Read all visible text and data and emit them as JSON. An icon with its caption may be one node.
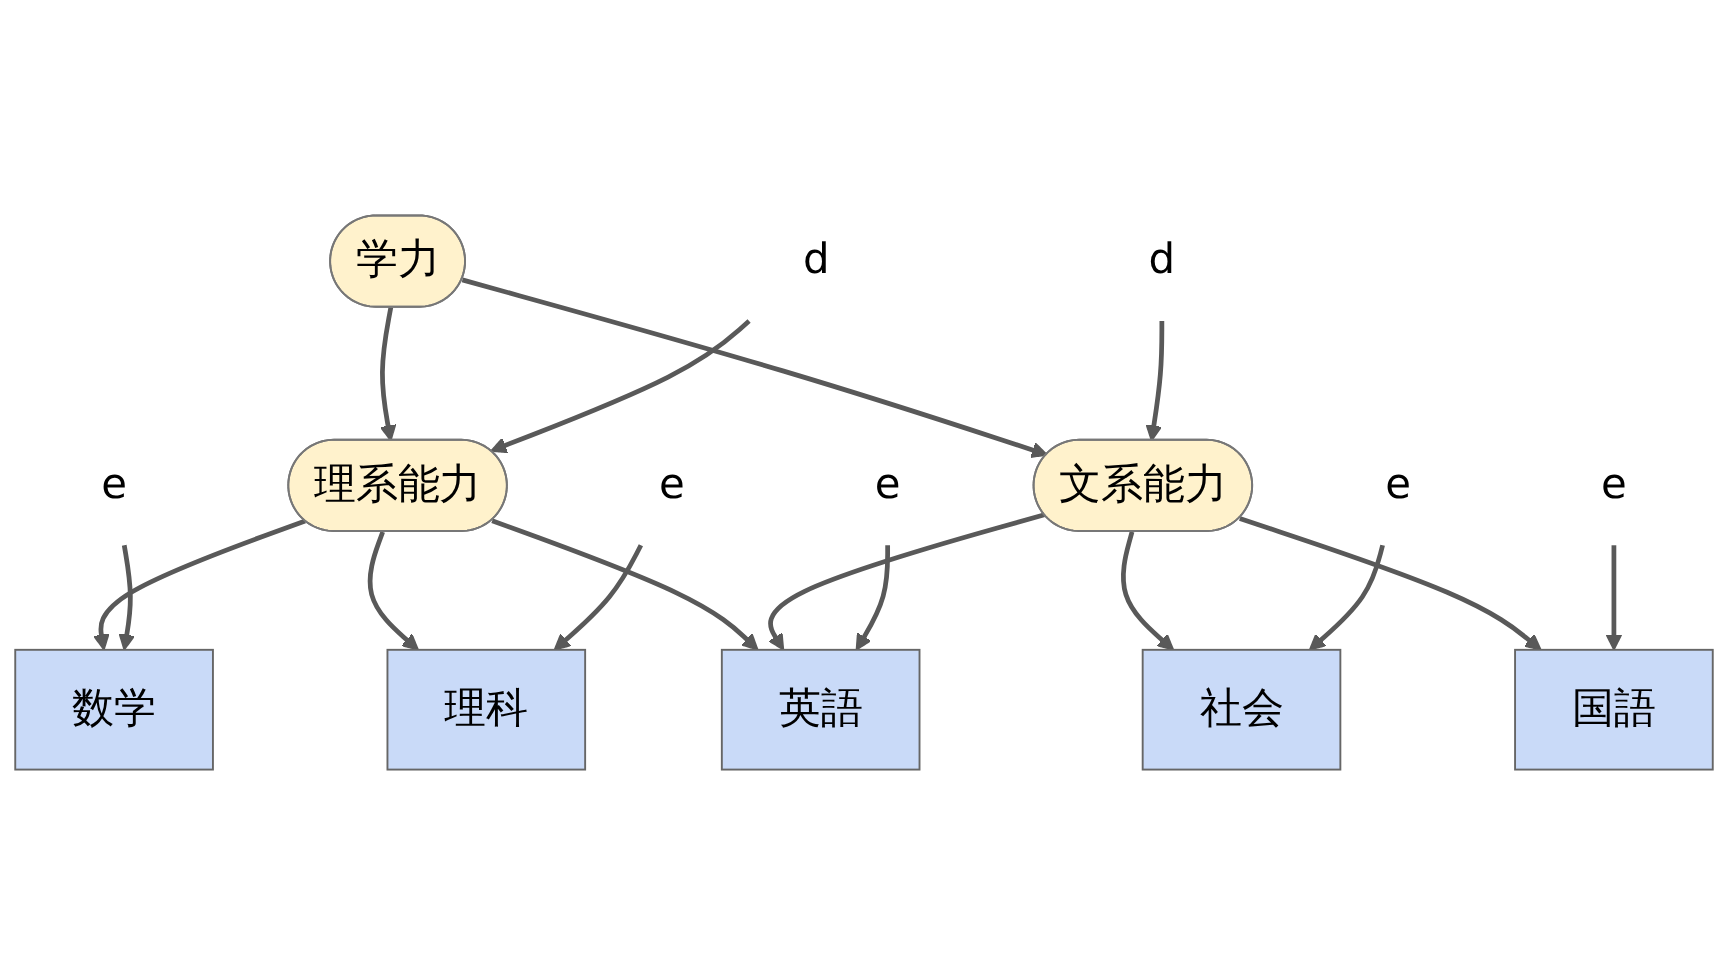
{
  "diagram": {
    "nodes": [
      {
        "text": [
          "学力"
        ]
      },
      {
        "text": [
          "d"
        ]
      },
      {
        "text": [
          "d"
        ]
      },
      {
        "text": [
          "理系能力"
        ]
      },
      {
        "text": [
          "文系能力"
        ]
      },
      {
        "text": [
          "数学"
        ]
      },
      {
        "text": [
          "理科"
        ]
      },
      {
        "text": [
          "英語"
        ]
      },
      {
        "text": [
          "社会"
        ]
      },
      {
        "text": [
          "国語"
        ]
      },
      {
        "text": [
          "e"
        ]
      },
      {
        "text": [
          "e"
        ]
      },
      {
        "text": [
          "e"
        ]
      },
      {
        "text": [
          "e"
        ]
      },
      {
        "text": [
          "e"
        ]
      }
    ],
    "edges": [
      {
        "from": 0,
        "to": 3,
        "arrow": "to"
      },
      {
        "from": 0,
        "to": 4,
        "arrow": "to"
      },
      {
        "from": 1,
        "to": 3,
        "arrow": "to"
      },
      {
        "from": 2,
        "to": 4,
        "arrow": "to"
      },
      {
        "from": 3,
        "to": 5,
        "arrow": "to"
      },
      {
        "from": 3,
        "to": 6,
        "arrow": "to"
      },
      {
        "from": 3,
        "to": 7,
        "arrow": "to"
      },
      {
        "from": 4,
        "to": 7,
        "arrow": "to"
      },
      {
        "from": 4,
        "to": 8,
        "arrow": "to"
      },
      {
        "from": 4,
        "to": 9,
        "arrow": "to"
      },
      {
        "from": 10,
        "to": 5,
        "arrow": "to"
      },
      {
        "from": 11,
        "to": 6,
        "arrow": "to"
      },
      {
        "from": 12,
        "to": 7,
        "arrow": "to"
      },
      {
        "from": 13,
        "to": 8,
        "arrow": "to"
      },
      {
        "from": 14,
        "to": 9,
        "arrow": "to"
      }
    ]
  }
}
